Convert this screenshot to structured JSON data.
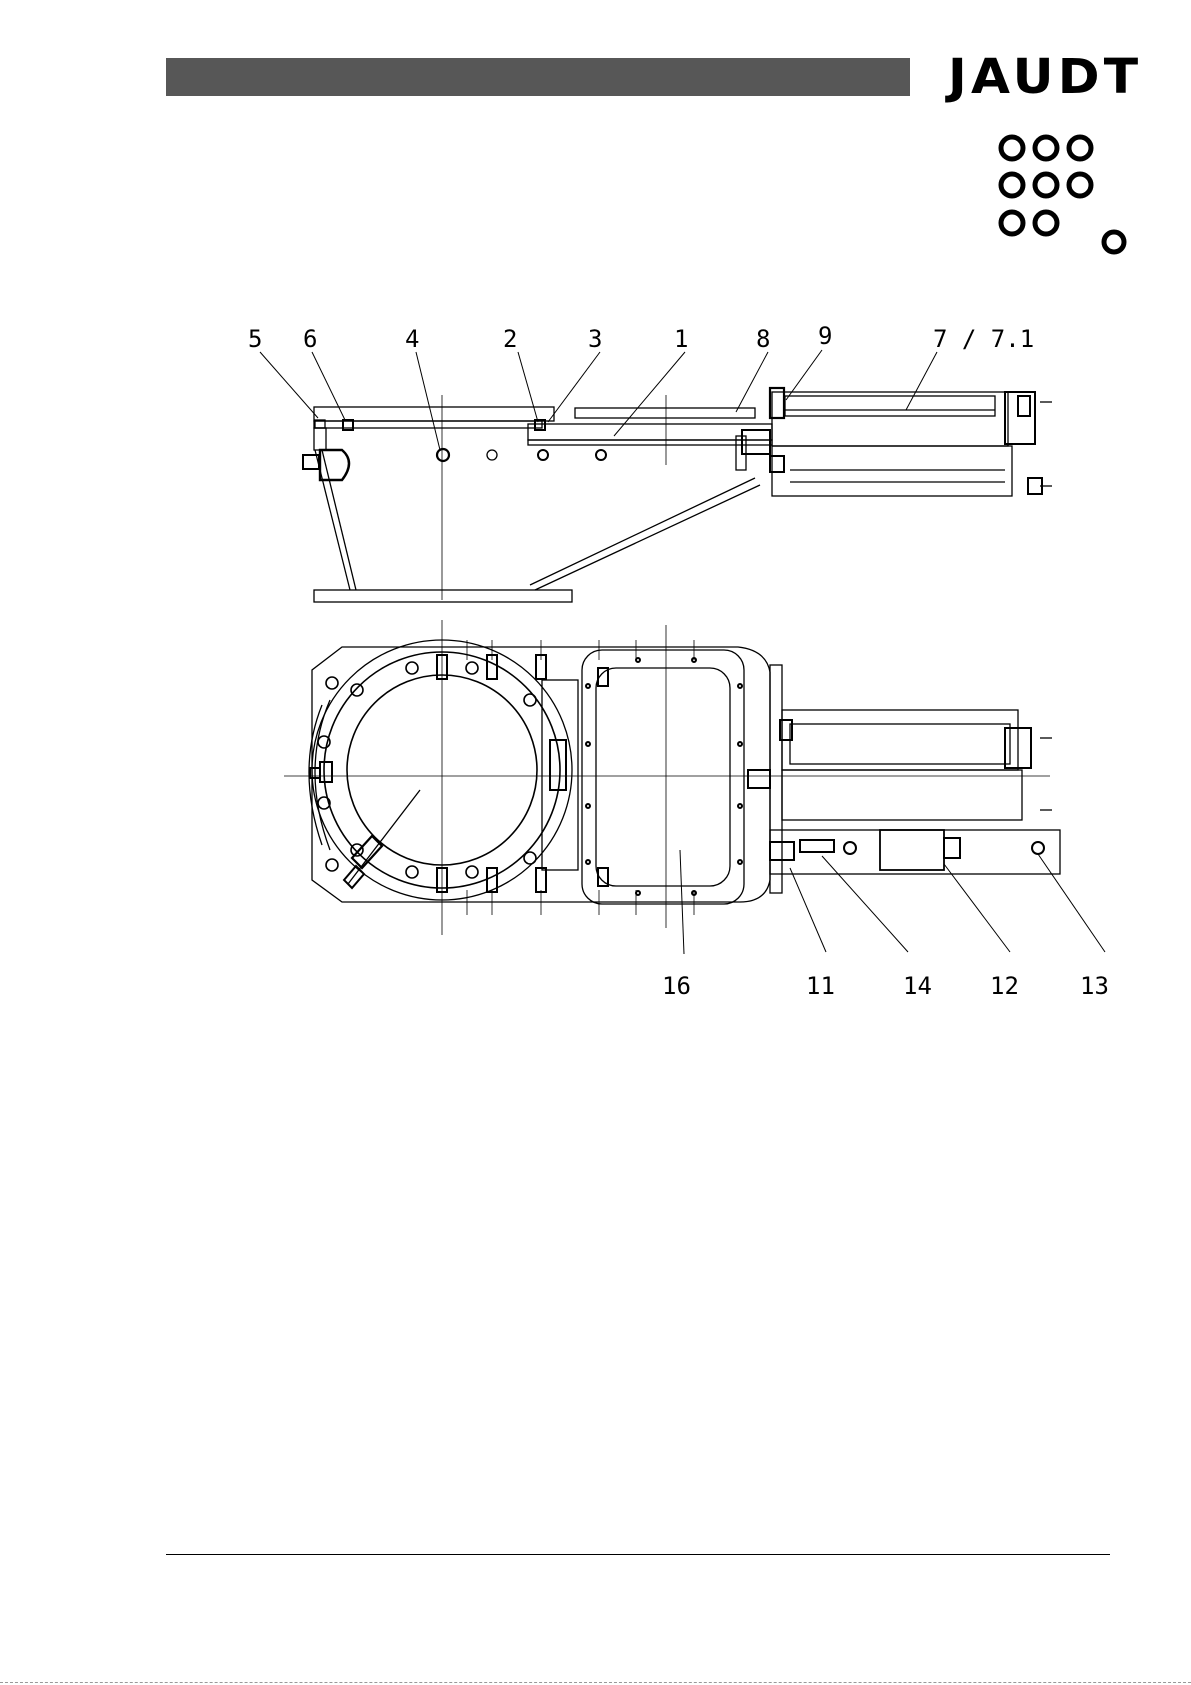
{
  "header": {
    "logo_text": "JAUDT",
    "bar_color": "#575757"
  },
  "callouts": {
    "c5": "5",
    "c6": "6",
    "c4": "4",
    "c2": "2",
    "c3": "3",
    "c1": "1",
    "c8": "8",
    "c9": "9",
    "c7": "7 / 7.1",
    "c16": "16",
    "c11": "11",
    "c14": "14",
    "c12": "12",
    "c13": "13"
  },
  "colors": {
    "line": "#000000"
  }
}
